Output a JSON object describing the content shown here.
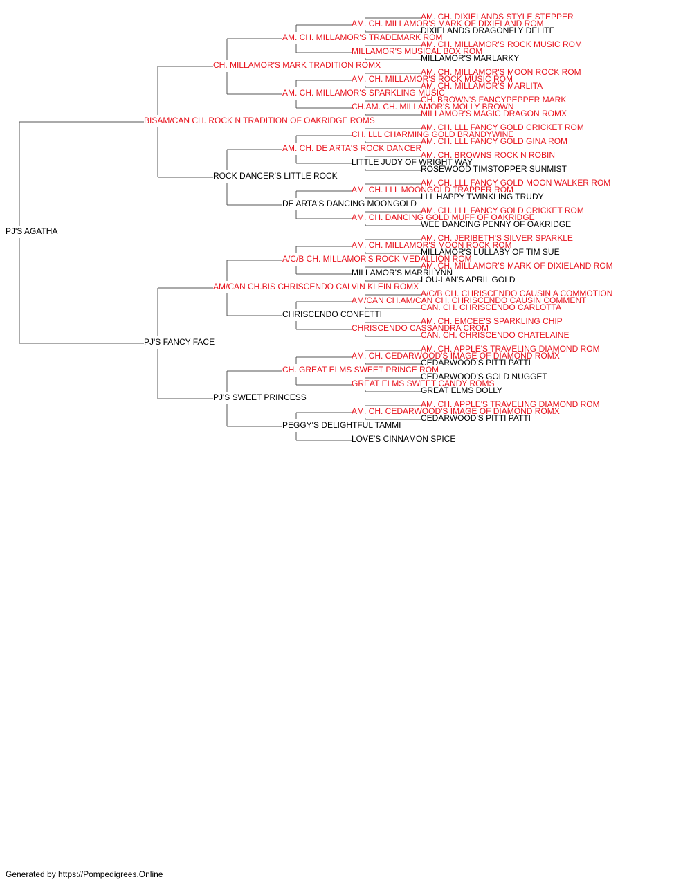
{
  "colors": {
    "titled": "#e8141e",
    "untitled": "#000000",
    "line": "#555555"
  },
  "subject": {
    "name": "PJ'S AGATHA",
    "titled": false
  },
  "generations": [
    [
      {
        "name": "BISAM/CAN CH. ROCK N TRADITION OF OAKRIDGE ROMS",
        "titled": true
      },
      {
        "name": "PJ'S FANCY FACE",
        "titled": false
      }
    ],
    [
      {
        "name": "CH. MILLAMOR'S MARK TRADITION ROMX",
        "titled": true
      },
      {
        "name": "ROCK DANCER'S LITTLE ROCK",
        "titled": false
      },
      {
        "name": "AM/CAN CH.BIS CHRISCENDO CALVIN KLEIN ROMX",
        "titled": true
      },
      {
        "name": "PJ'S SWEET PRINCESS",
        "titled": false
      }
    ],
    [
      {
        "name": "AM. CH. MILLAMOR'S TRADEMARK ROM",
        "titled": true
      },
      {
        "name": "AM. CH. MILLAMOR'S SPARKLING MUSIC",
        "titled": true
      },
      {
        "name": "AM. CH. DE ARTA'S ROCK DANCER",
        "titled": true
      },
      {
        "name": "DE ARTA'S DANCING MOONGOLD",
        "titled": false
      },
      {
        "name": "A/C/B CH. MILLAMOR'S ROCK MEDALLION ROM",
        "titled": true
      },
      {
        "name": "CHRISCENDO CONFETTI",
        "titled": false
      },
      {
        "name": "CH. GREAT ELMS SWEET PRINCE ROM",
        "titled": true
      },
      {
        "name": "PEGGY'S DELIGHTFUL TAMMI",
        "titled": false
      }
    ],
    [
      {
        "name": "AM. CH. MILLAMOR'S MARK OF DIXIELAND ROM",
        "titled": true
      },
      {
        "name": "MILLAMOR'S MUSICAL BOX ROM",
        "titled": true
      },
      {
        "name": "AM. CH. MILLAMOR'S ROCK MUSIC ROM",
        "titled": true
      },
      {
        "name": "CH.AM. CH. MILLAMOR'S MOLLY BROWN",
        "titled": true
      },
      {
        "name": "CH. LLL CHARMING GOLD BRANDYWINE",
        "titled": true
      },
      {
        "name": "LITTLE JUDY OF WRIGHT WAY",
        "titled": false
      },
      {
        "name": "AM. CH. LLL MOONGOLD TRAPPER ROM",
        "titled": true
      },
      {
        "name": "AM. CH. DANCING GOLD MUFF OF OAKRIDGE",
        "titled": true
      },
      {
        "name": "AM. CH. MILLAMOR'S MOON ROCK ROM",
        "titled": true
      },
      {
        "name": "MILLAMOR'S MARRILYNN",
        "titled": false
      },
      {
        "name": "AM/CAN CH.AM/CAN CH. CHRISCENDO CAUSIN COMMENT",
        "titled": true
      },
      {
        "name": "CHRISCENDO CASSANDRA CROM",
        "titled": true
      },
      {
        "name": "AM. CH. CEDARWOOD'S IMAGE OF DIAMOND ROMX",
        "titled": true
      },
      {
        "name": "GREAT ELMS SWEET CANDY ROMS",
        "titled": true
      },
      {
        "name": "AM. CH. CEDARWOOD'S IMAGE OF DIAMOND ROMX",
        "titled": true
      },
      {
        "name": "LOVE'S CINNAMON SPICE",
        "titled": false
      }
    ],
    [
      {
        "name": "AM. CH. DIXIELANDS STYLE STEPPER",
        "titled": true
      },
      {
        "name": "DIXIELANDS DRAGONFLY DELITE",
        "titled": false
      },
      {
        "name": "AM. CH. MILLAMOR'S ROCK MUSIC ROM",
        "titled": true
      },
      {
        "name": "MILLAMOR'S MARLARKY",
        "titled": false
      },
      {
        "name": "AM. CH. MILLAMOR'S MOON ROCK ROM",
        "titled": true
      },
      {
        "name": "AM. CH. MILLAMOR'S MARLITA",
        "titled": true
      },
      {
        "name": "CH. BROWN'S FANCYPEPPER MARK",
        "titled": true
      },
      {
        "name": "MILLAMOR'S MAGIC DRAGON ROMX",
        "titled": true
      },
      {
        "name": "AM. CH. LLL FANCY GOLD CRICKET ROM",
        "titled": true
      },
      {
        "name": "AM. CH. LLL FANCY GOLD GINA ROM",
        "titled": true
      },
      {
        "name": "AM. CH. BROWNS ROCK N ROBIN",
        "titled": true
      },
      {
        "name": "ROSEWOOD TIMSTOPPER SUNMIST",
        "titled": false
      },
      {
        "name": "AM. CH. LLL FANCY GOLD MOON WALKER ROM",
        "titled": true
      },
      {
        "name": "LLL HAPPY TWINKLING TRUDY",
        "titled": false
      },
      {
        "name": "AM. CH. LLL FANCY GOLD CRICKET ROM",
        "titled": true
      },
      {
        "name": "WEE DANCING PENNY OF OAKRIDGE",
        "titled": false
      },
      {
        "name": "AM. CH. JERIBETH'S SILVER SPARKLE",
        "titled": true
      },
      {
        "name": "MILLAMOR'S LULLABY OF TIM SUE",
        "titled": false
      },
      {
        "name": "AM. CH. MILLAMOR'S MARK OF DIXIELAND ROM",
        "titled": true
      },
      {
        "name": "LOU-LAN'S APRIL GOLD",
        "titled": false
      },
      {
        "name": "A/C/B CH. CHRISCENDO CAUSIN A COMMOTION",
        "titled": true
      },
      {
        "name": "CAN. CH. CHRISCENDO CARLOTTA",
        "titled": true
      },
      {
        "name": "AM. CH. EMCEE'S SPARKLING CHIP",
        "titled": true
      },
      {
        "name": "CAN. CH. CHRISCENDO CHATELAINE",
        "titled": true
      },
      {
        "name": "AM. CH. APPLE'S TRAVELING DIAMOND ROM",
        "titled": true
      },
      {
        "name": "CEDARWOOD'S PITTI PATTI",
        "titled": false
      },
      {
        "name": "CEDARWOOD'S GOLD NUGGET",
        "titled": false
      },
      {
        "name": "GREAT ELMS DOLLY",
        "titled": false
      },
      {
        "name": "AM. CH. APPLE'S TRAVELING DIAMOND ROM",
        "titled": true
      },
      {
        "name": "CEDARWOOD'S PITTI PATTI",
        "titled": false
      },
      null,
      null
    ]
  ],
  "footer": "Generated by https://Pompedigrees.Online"
}
